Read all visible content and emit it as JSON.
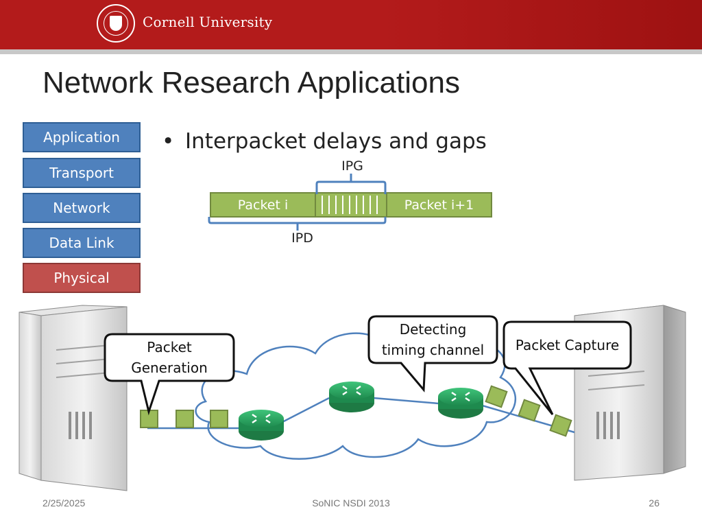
{
  "header": {
    "brand": "Cornell University",
    "accent": "#b31b1b"
  },
  "slide": {
    "title": "Network Research Applications",
    "bullet": "Interpacket delays and gaps"
  },
  "layers": [
    {
      "label": "Application",
      "active": false
    },
    {
      "label": "Transport",
      "active": false
    },
    {
      "label": "Network",
      "active": false
    },
    {
      "label": "Data Link",
      "active": false
    },
    {
      "label": "Physical",
      "active": true
    }
  ],
  "packet_diagram": {
    "packet_a": "Packet i",
    "packet_b": "Packet i+1",
    "gap_label": "IPG",
    "delay_label": "IPD"
  },
  "callouts": {
    "generation": [
      "Packet",
      "Generation"
    ],
    "detecting": [
      "Detecting",
      "timing channel"
    ],
    "capture": "Packet Capture"
  },
  "footer": {
    "date": "2/25/2025",
    "center": "SoNIC NSDI 2013",
    "page": "26"
  }
}
